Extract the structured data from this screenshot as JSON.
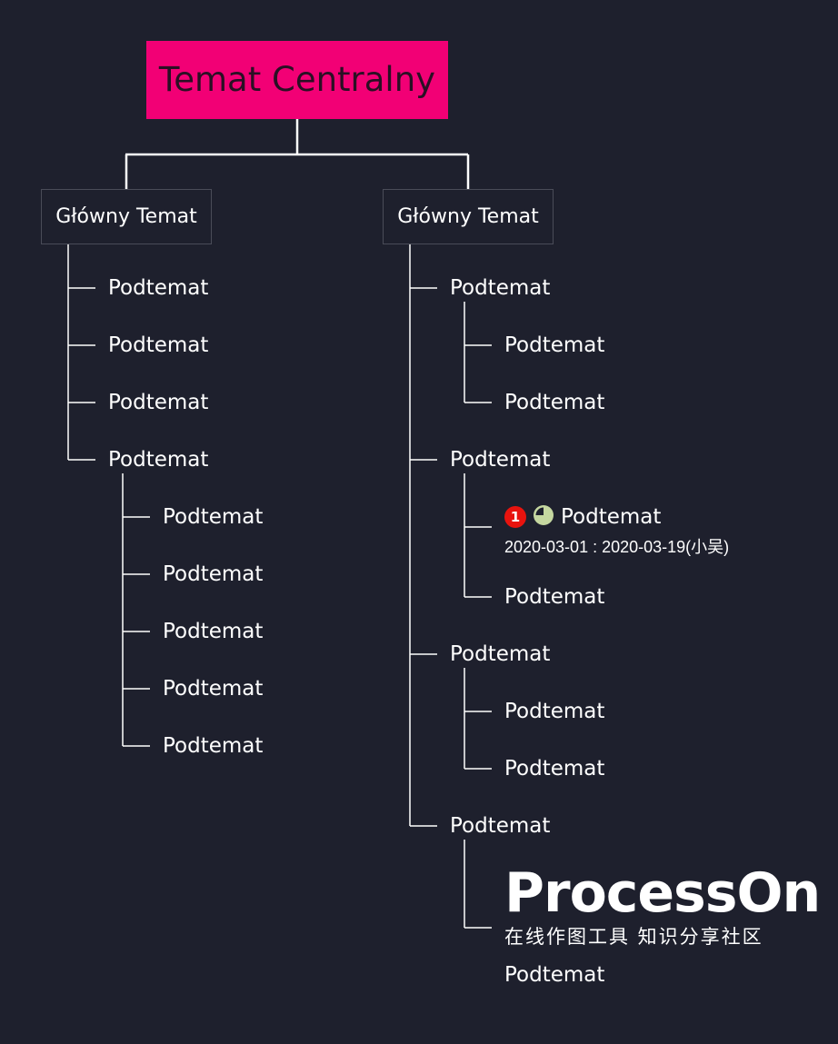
{
  "central_topic": "Temat Centralny",
  "main_topic_left": "Główny Temat",
  "main_topic_right": "Główny Temat",
  "subtopic_label": "Podtemat",
  "task": {
    "priority": "1",
    "progress_fraction": 0.75,
    "schedule": "2020-03-01 : 2020-03-19(小吴)"
  },
  "watermark": {
    "brand": "ProcessOn",
    "tagline": "在线作图工具 知识分享社区"
  },
  "colors": {
    "background": "#1e202d",
    "central_fill": "#f20075",
    "priority_red": "#e8130e",
    "progress_green": "#c5d7a0",
    "connector": "#ffffff"
  }
}
